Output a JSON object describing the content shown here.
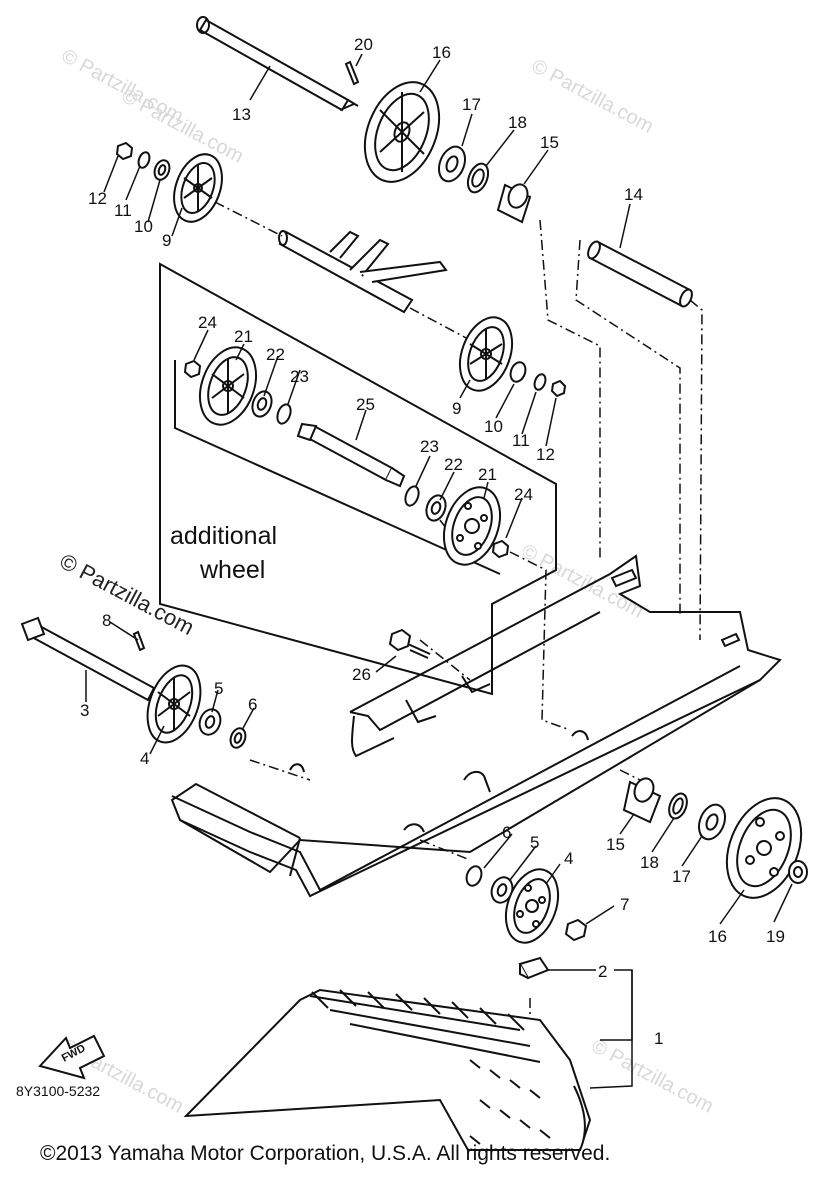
{
  "diagram": {
    "callouts": [
      "1",
      "2",
      "3",
      "4",
      "4",
      "5",
      "5",
      "6",
      "6",
      "7",
      "8",
      "9",
      "9",
      "10",
      "10",
      "11",
      "11",
      "12",
      "12",
      "13",
      "14",
      "15",
      "15",
      "16",
      "16",
      "17",
      "17",
      "18",
      "18",
      "19",
      "20",
      "21",
      "21",
      "22",
      "22",
      "23",
      "23",
      "24",
      "24",
      "25",
      "26"
    ],
    "additional_label_line1": "additional",
    "additional_label_line2": "wheel",
    "watermark_main": "© Partzilla.com",
    "watermark_faint": "© Partzilla.com",
    "fwd_label": "FWD",
    "diagram_code": "8Y3100-5232",
    "copyright": "©2013 Yamaha Motor Corporation, U.S.A. All rights reserved."
  }
}
